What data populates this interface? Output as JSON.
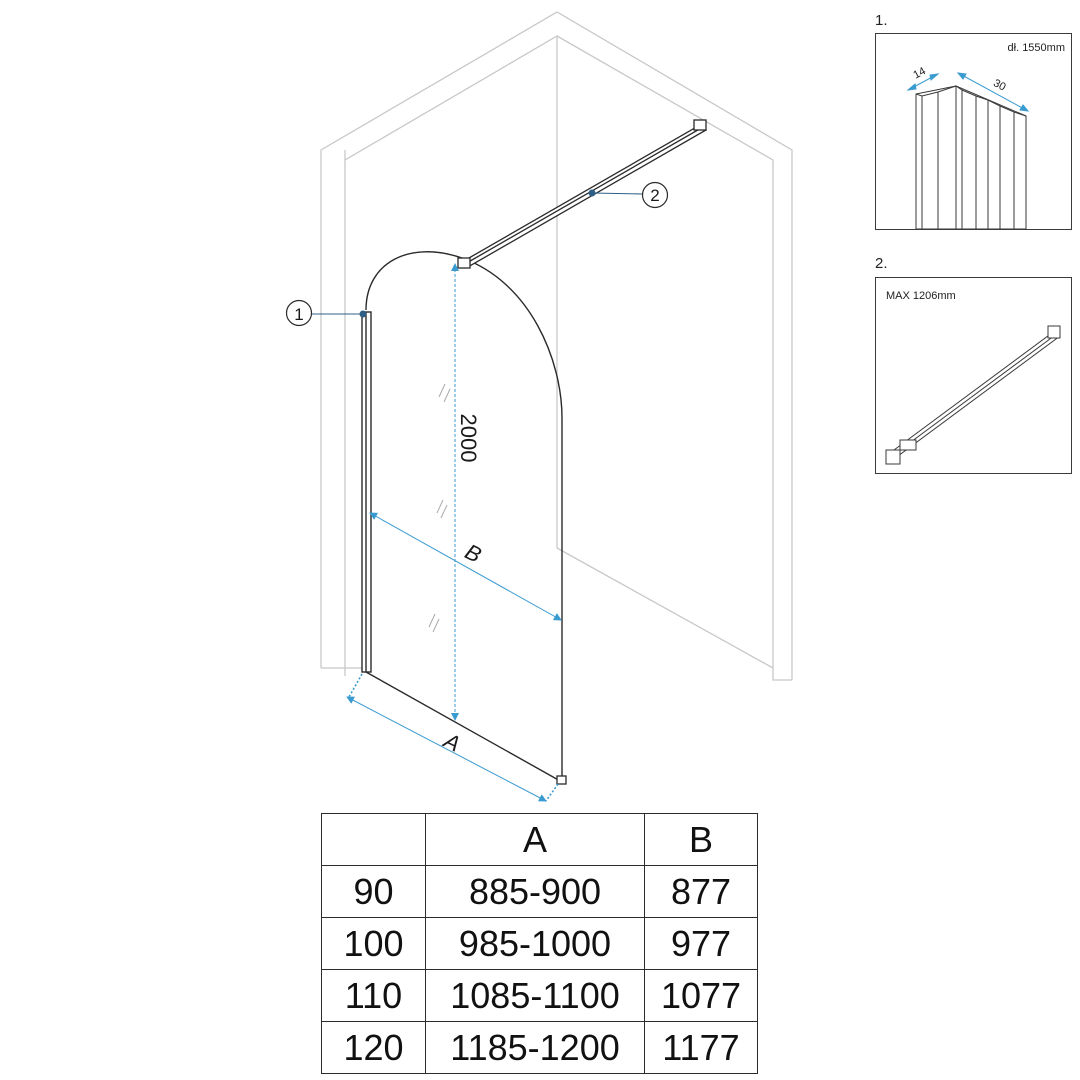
{
  "main_diagram": {
    "callouts": [
      {
        "number": "1"
      },
      {
        "number": "2"
      }
    ],
    "dimensions": {
      "height": "2000",
      "width_b": "B",
      "width_a": "A"
    },
    "colors": {
      "line": "#2a2a2a",
      "wall": "#c8c8c8",
      "dimension": "#3a9bd0",
      "callout_dot": "#2e5f86"
    }
  },
  "details": [
    {
      "title": "1.",
      "note": "dł. 1550mm",
      "dims": [
        "14",
        "30"
      ]
    },
    {
      "title": "2.",
      "note": "MAX 1206mm"
    }
  ],
  "table": {
    "headers": [
      "",
      "A",
      "B"
    ],
    "rows": [
      [
        "90",
        "885-900",
        "877"
      ],
      [
        "100",
        "985-1000",
        "977"
      ],
      [
        "110",
        "1085-1100",
        "1077"
      ],
      [
        "120",
        "1185-1200",
        "1177"
      ]
    ]
  }
}
